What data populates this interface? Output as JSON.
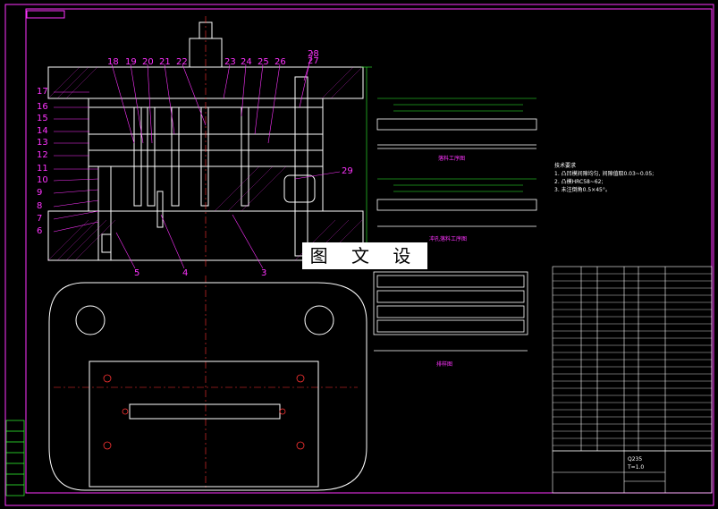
{
  "drawing": {
    "watermark": "图 文 设 计",
    "part_numbers_top": [
      "18",
      "19",
      "20",
      "21",
      "22",
      "23",
      "24",
      "25",
      "26",
      "27",
      "28"
    ],
    "part_numbers_left": [
      "17",
      "16",
      "15",
      "14",
      "13",
      "12",
      "11",
      "10",
      "9",
      "8",
      "7",
      "6"
    ],
    "part_numbers_bottom": [
      "5",
      "4",
      "3"
    ],
    "part_number_right": "29",
    "notes": {
      "title": "技术要求",
      "lines": [
        "1. 凸凹模间隙均匀, 间隙值取0.03~0.05;",
        "2. 凸模HRC58~62;",
        "3. 未注倒角0.5×45°。"
      ]
    },
    "strip_labels": [
      "落料工序图",
      "冲孔落料工序图",
      "排样图"
    ],
    "material_label": "Q235",
    "thickness_label": "T=1.0"
  },
  "colors": {
    "background": "#000000",
    "outline": "#ffffff",
    "annotation": "#ff33ff",
    "hatch": "#ff33ff",
    "centerline": "#ff3333",
    "dimension": "#33ff33",
    "accent_yellow": "#ffff00"
  }
}
